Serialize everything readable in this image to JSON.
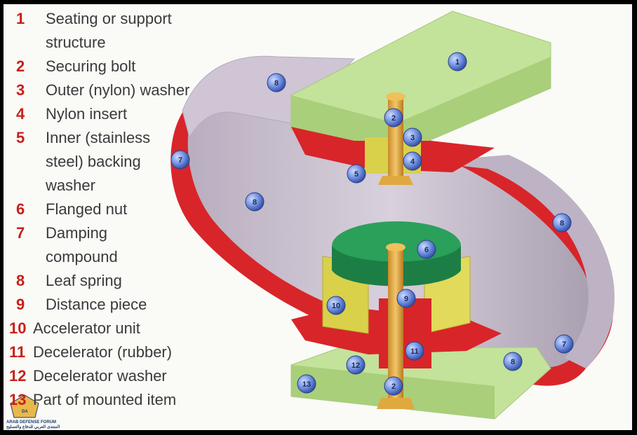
{
  "legend": [
    {
      "num": "1",
      "lines": [
        "Seating or support",
        "structure"
      ]
    },
    {
      "num": "2",
      "lines": [
        "Securing bolt"
      ]
    },
    {
      "num": "3",
      "lines": [
        "Outer (nylon) washer"
      ]
    },
    {
      "num": "4",
      "lines": [
        "Nylon insert"
      ]
    },
    {
      "num": "5",
      "lines": [
        "Inner (stainless",
        "steel) backing",
        "washer"
      ]
    },
    {
      "num": "6",
      "lines": [
        "Flanged nut"
      ]
    },
    {
      "num": "7",
      "lines": [
        "Damping",
        "compound"
      ]
    },
    {
      "num": "8",
      "lines": [
        "Leaf spring"
      ]
    },
    {
      "num": "9",
      "lines": [
        "Distance piece"
      ]
    },
    {
      "num": "10",
      "lines": [
        "Accelerator unit"
      ]
    },
    {
      "num": "11",
      "lines": [
        "Decelerator (rubber)"
      ]
    },
    {
      "num": "12",
      "lines": [
        "Decelerator washer"
      ]
    },
    {
      "num": "13",
      "lines": [
        "Part of mounted item"
      ]
    }
  ],
  "badges": [
    "1",
    "8",
    "2",
    "3",
    "4",
    "5",
    "7",
    "8",
    "8",
    "6",
    "9",
    "10",
    "11",
    "7",
    "8",
    "12",
    "13",
    "2"
  ],
  "logo": {
    "line1": "DA",
    "line2": "ARAB DEFENSE FORUM",
    "line3": "المنتدى العربي للدفاع والتسليح"
  },
  "colors": {
    "support": "#bfe08f",
    "spring": "#c9c0cf",
    "damping": "#e4292c",
    "bolt": "#e6b04a",
    "nut": "#2aa05b",
    "accelerator": "#d9d14a",
    "badge": "#5b7bd0"
  }
}
